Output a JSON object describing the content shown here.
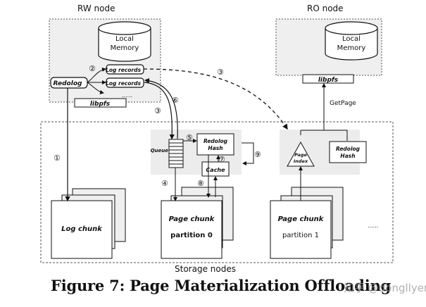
{
  "rw_node": {
    "title": "RW node",
    "memory_line1": "Local",
    "memory_line2": "Memory",
    "redolog": "Redolog",
    "log_records_1": "Log records",
    "log_records_2": "Log records",
    "ellipsis": "......",
    "libpfs": "libpfs"
  },
  "ro_node": {
    "title": "RO node",
    "memory_line1": "Local",
    "memory_line2": "Memory",
    "libpfs": "libpfs",
    "getpage": "GetPage"
  },
  "storage": {
    "title": "Storage nodes",
    "queue": "Queue",
    "redolog_hash_line1": "Redolog",
    "redolog_hash_line2": "Hash",
    "cache": "Cache",
    "page_index_line1": "Page",
    "page_index_line2": "Index",
    "ro_hash_line1": "Redolog",
    "ro_hash_line2": "Hash",
    "log_chunk": "Log chunk",
    "page_chunk_0": "Page chunk",
    "partition_0": "partition  0",
    "page_chunk_1": "Page chunk",
    "partition_1": "partition  1",
    "ellipsis": "......"
  },
  "steps": {
    "s1": "①",
    "s2": "②",
    "s3a": "③",
    "s3b": "③",
    "s4": "④",
    "s5": "⑤",
    "s6": "⑥",
    "s7": "⑦",
    "s8": "⑧",
    "s9": "⑨"
  },
  "caption": "Figure 7: Page Materialization Offloading",
  "watermark": "知乎 @dongllyer"
}
